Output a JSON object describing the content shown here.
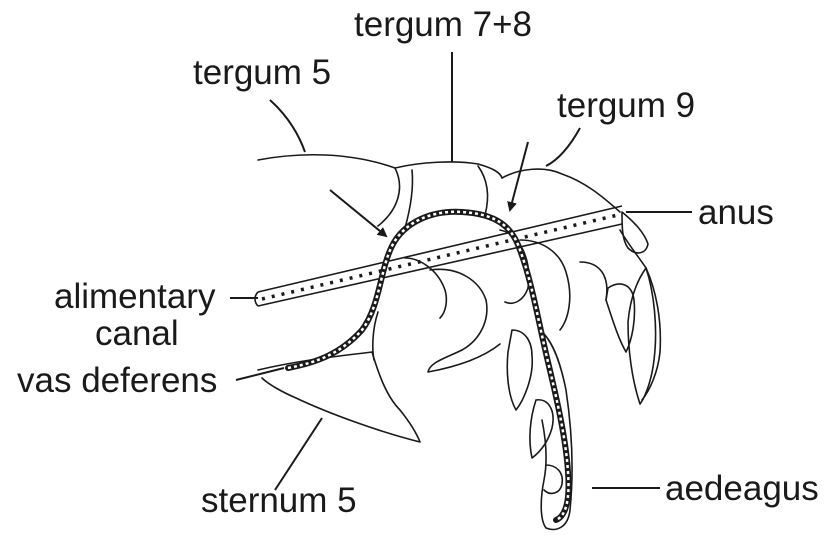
{
  "labels": {
    "tergum_7_8": "tergum 7+8",
    "tergum_5": "tergum 5",
    "tergum_9": "tergum 9",
    "anus": "anus",
    "alimentary_line1": "alimentary",
    "alimentary_line2": "canal",
    "vas_deferens": "vas deferens",
    "sternum_5": "sternum 5",
    "aedeagus": "aedeagus"
  },
  "colors": {
    "ink": "#1a1a1a",
    "background": "#ffffff"
  }
}
